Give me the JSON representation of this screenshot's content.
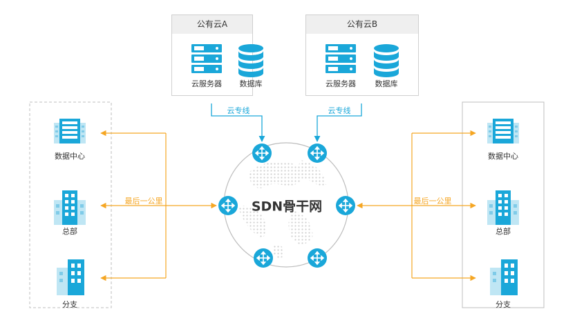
{
  "cloud_a": {
    "title": "公有云A",
    "server_label": "云服务器",
    "db_label": "数据库"
  },
  "cloud_b": {
    "title": "公有云B",
    "server_label": "云服务器",
    "db_label": "数据库"
  },
  "left_site": {
    "dc_label": "数据中心",
    "hq_label": "总部",
    "branch_label": "分支"
  },
  "right_site": {
    "dc_label": "数据中心",
    "hq_label": "总部",
    "branch_label": "分支"
  },
  "links": {
    "dedicated_left": "云专线",
    "dedicated_right": "云专线",
    "last_mile_left": "最后一公里",
    "last_mile_right": "最后一公里"
  },
  "core": {
    "label": "SDN骨干网"
  },
  "colors": {
    "accent": "#1aa7d9",
    "orange": "#f5a623",
    "line_gray": "#bbbbbb"
  }
}
